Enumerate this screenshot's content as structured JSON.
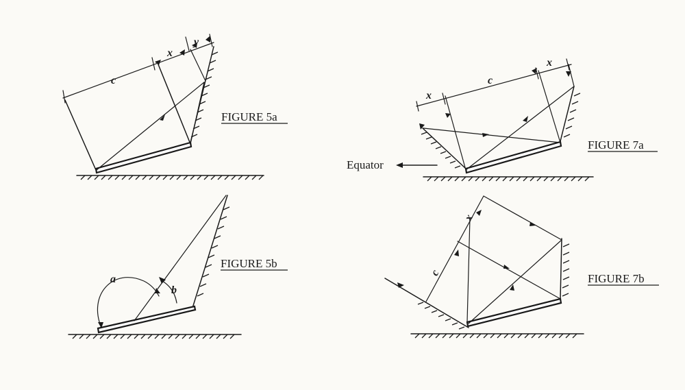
{
  "figures": {
    "fig5a": {
      "caption": "FIGURE 5a",
      "labels": {
        "c": "c",
        "x": "x",
        "y": "y"
      }
    },
    "fig5b": {
      "caption": "FIGURE 5b",
      "labels": {
        "a": "a",
        "b": "b"
      }
    },
    "fig7a": {
      "caption": "FIGURE 7a",
      "labels": {
        "x_left": "x",
        "c": "c",
        "x_right": "x"
      },
      "equator_label": "Equator"
    },
    "fig7b": {
      "caption": "FIGURE 7b",
      "labels": {
        "c": "c",
        "x": "x"
      }
    }
  }
}
